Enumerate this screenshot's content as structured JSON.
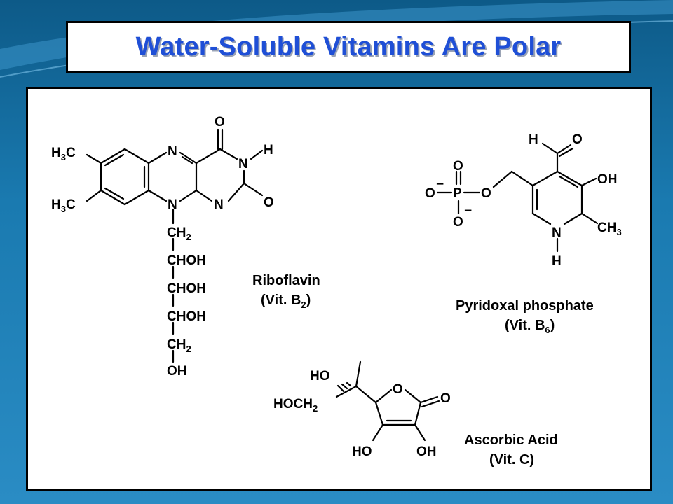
{
  "slide": {
    "title": "Water-Soluble Vitamins Are Polar"
  },
  "molecules": {
    "riboflavin": {
      "name": "Riboflavin",
      "alias": "(Vit. B",
      "alias_sub": "2",
      "alias_end": ")",
      "atoms": {
        "h3c": "H",
        "h3c_sub": "3",
        "h3c_c": "C",
        "n": "N",
        "o": "O",
        "h": "H",
        "ch": "CH",
        "ch_sub": "2",
        "choh": "CHOH",
        "oh": "OH"
      }
    },
    "pyridoxal_phosphate": {
      "name": "Pyridoxal phosphate",
      "alias": "(Vit. B",
      "alias_sub": "6",
      "alias_end": ")",
      "atoms": {
        "h": "H",
        "o": "O",
        "oh": "OH",
        "p": "P",
        "n": "N",
        "ch": "CH",
        "ch_sub": "3",
        "minus": "−"
      }
    },
    "ascorbic_acid": {
      "name": "Ascorbic Acid",
      "alias": "(Vit. C)",
      "atoms": {
        "ho": "HO",
        "hoch": "HOCH",
        "hoch_sub": "2",
        "o": "O",
        "oh": "OH"
      }
    }
  }
}
